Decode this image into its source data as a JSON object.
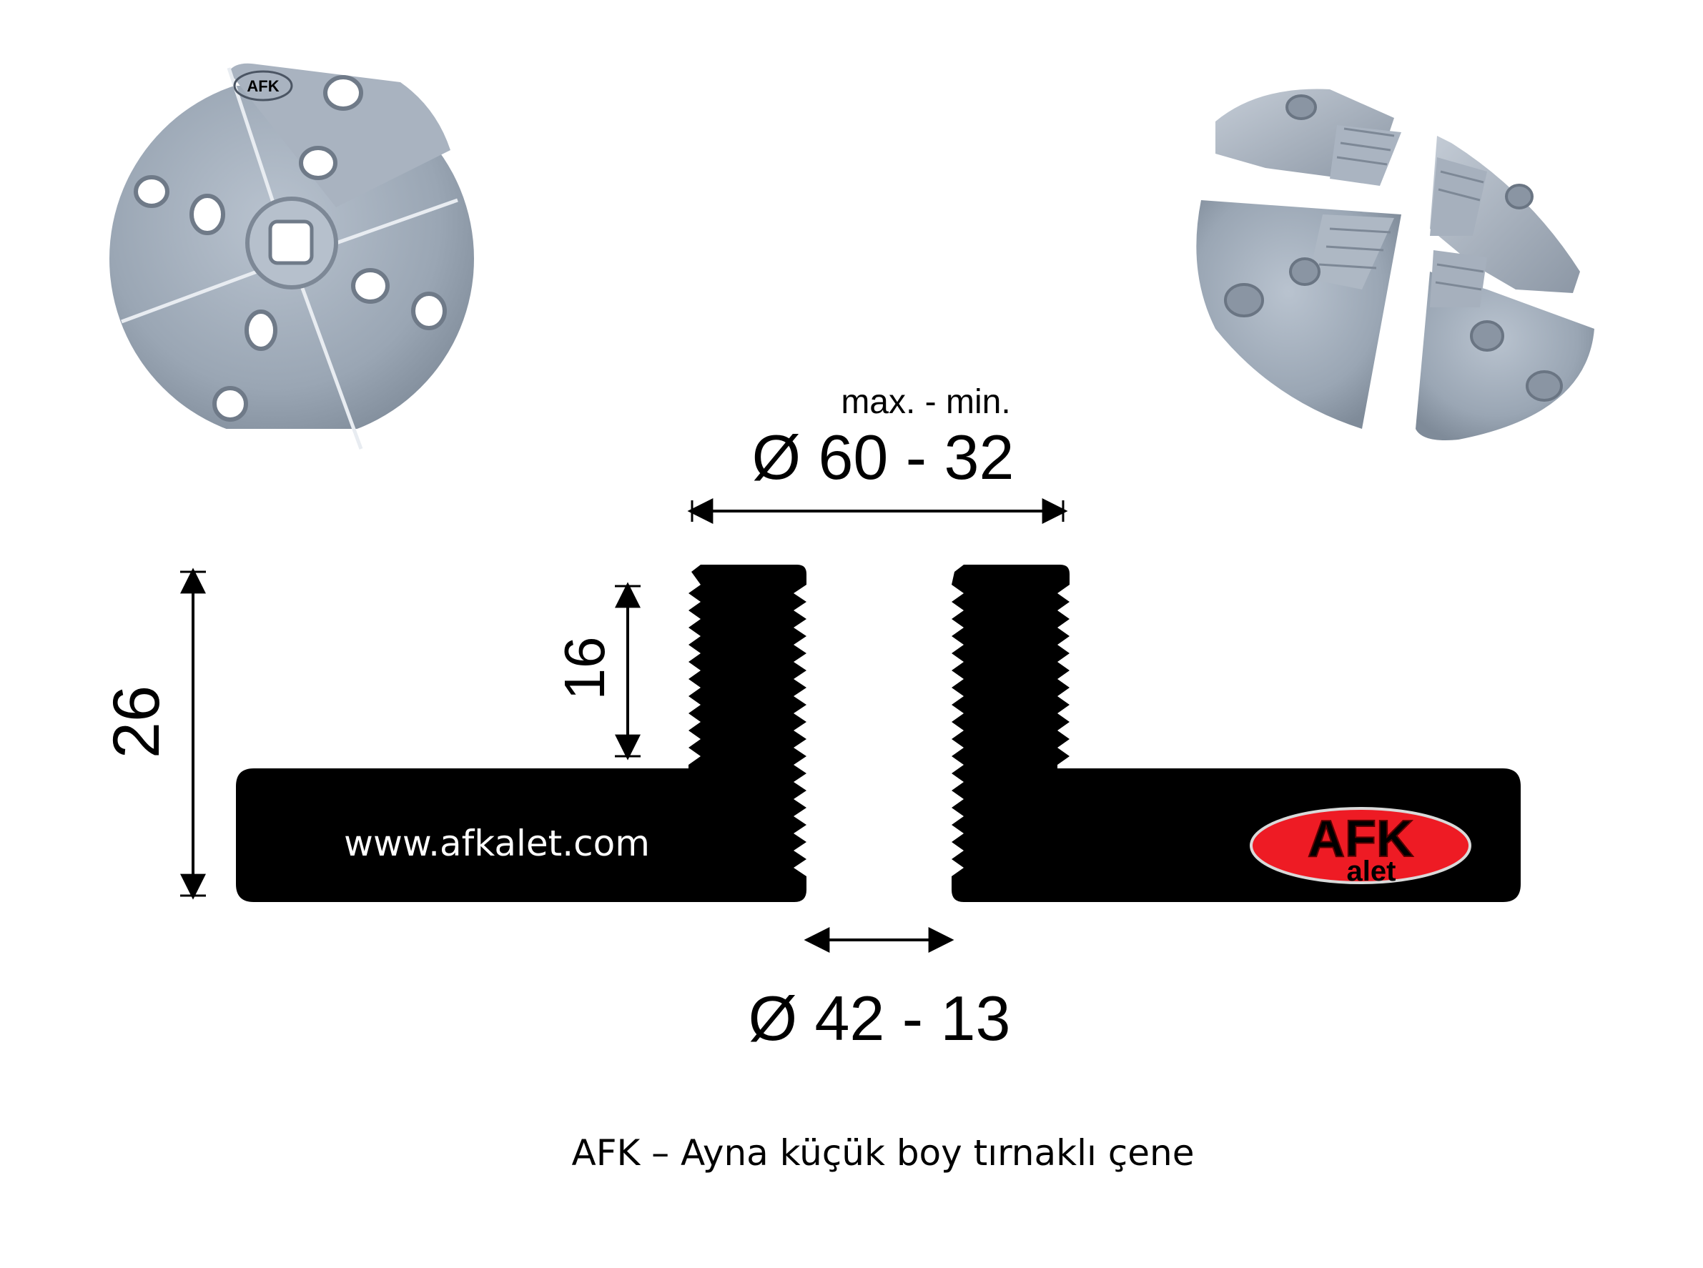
{
  "dimensions": {
    "outer_header": "max. - min.",
    "outer_diameter": "Ø 60 - 32",
    "inner_diameter": "Ø 42 - 13",
    "total_height": "26",
    "thread_height": "16"
  },
  "website": "www.afkalet.com",
  "logo": {
    "main": "AFK",
    "sub": "alet",
    "photo_engraving": "AFK"
  },
  "caption": "AFK – Ayna küçük boy tırnaklı çene",
  "colors": {
    "profile": "#000000",
    "metal": "#9ea9b6",
    "logo_fill": "#ee1b24",
    "logo_text": "#ffe800",
    "text": "#000000"
  },
  "icons": [
    "assembled-jaw-photo",
    "disassembled-jaw-photo",
    "arrow-icon"
  ]
}
